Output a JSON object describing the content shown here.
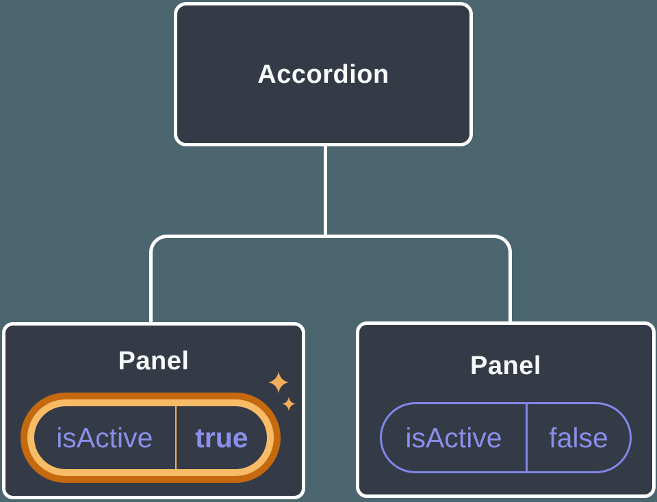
{
  "tree": {
    "root": {
      "label": "Accordion"
    },
    "children": [
      {
        "label": "Panel",
        "prop_name": "isActive",
        "prop_value": "true",
        "state": "active",
        "decoration": "sparkle-stars-icon"
      },
      {
        "label": "Panel",
        "prop_name": "isActive",
        "prop_value": "false",
        "state": "inactive",
        "decoration": ""
      }
    ]
  },
  "colors": {
    "background": "#4C6670",
    "node_fill": "#343A46",
    "node_border": "#FFFFFF",
    "node_text": "#F7F8F9",
    "connector": "#FFFFFF",
    "prop_text": "#8A8FE9",
    "inactive_pill_border": "#8286E9",
    "active_ring_outer": "#C5690F",
    "active_ring_inner": "#F9BC66",
    "active_divider": "#ECAC5E",
    "sparkle": "#F3AE5C"
  }
}
